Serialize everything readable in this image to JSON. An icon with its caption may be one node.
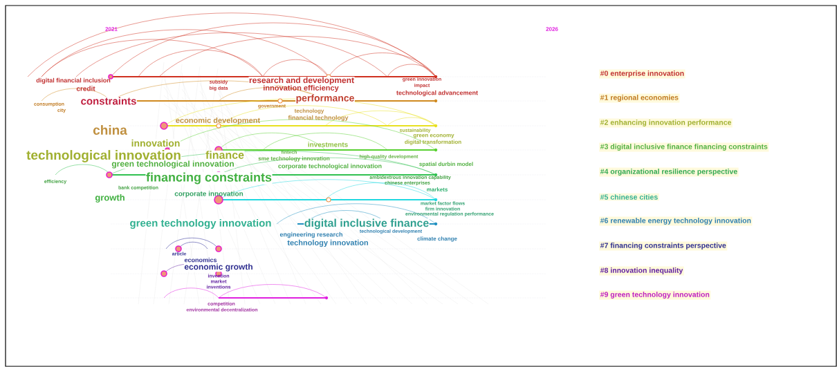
{
  "diagram": {
    "labels": [
      "2021",
      "2026",
      "digital financial inclusion",
      "credit",
      "subsidy",
      "big data",
      "research and development",
      "innovation efficiency",
      "green innovation",
      "impact",
      "technological advancement",
      "consumption",
      "city",
      "constraints",
      "performance",
      "government",
      "technology",
      "financial technology",
      "china",
      "economic development",
      "sustainability",
      "green economy",
      "digital transformation",
      "innovation",
      "technological innovation",
      "finance",
      "investments",
      "fintech",
      "sme technology innovation",
      "high-quality development",
      "green technological innovation",
      "corporate technological innovation",
      "spatial durbin model",
      "efficiency",
      "financing constraints",
      "bank competition",
      "ambidextrous innovation capability",
      "chinese enterprises",
      "growth",
      "corporate innovation",
      "markets",
      "market factor flows",
      "firm innovation",
      "environmental regulation performance",
      "green technology innovation",
      "digital inclusive finance",
      "engineering research",
      "technological development",
      "technology innovation",
      "climate change",
      "article",
      "economics",
      "economic growth",
      "invention",
      "market",
      "inventions",
      "competition",
      "environmental decentralization",
      "#0 enterprise innovation",
      "#1 regional economies",
      "#2 enhancing innovation performance",
      "#3 digital inclusive finance financing constraints",
      "#4 organizational resilience perspective",
      "#5 chinese cities",
      "#6 renewable energy technology innovation",
      "#7 financing constraints perspective",
      "#8 innovation inequality",
      "#9 green technology innovation"
    ]
  }
}
